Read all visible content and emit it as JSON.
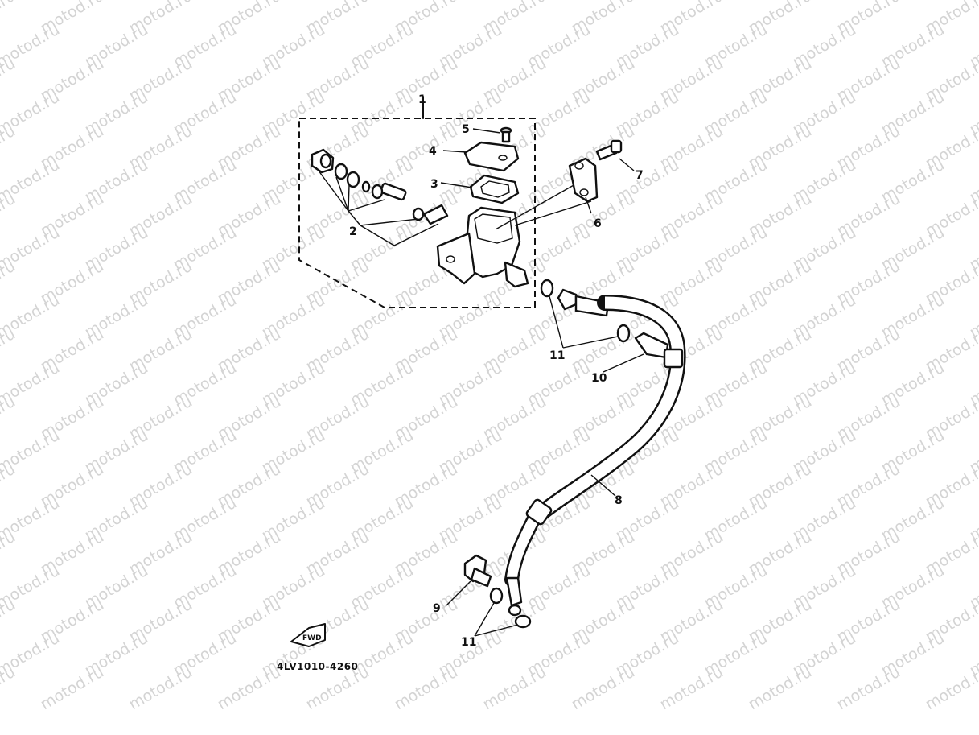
{
  "watermark": {
    "text": "motod.ru"
  },
  "diagram": {
    "callouts": {
      "c1": "1",
      "c2": "2",
      "c3": "3",
      "c4": "4",
      "c5": "5",
      "c6": "6",
      "c7": "7",
      "c8": "8",
      "c9": "9",
      "c10": "10",
      "c11a": "11",
      "c11b": "11"
    },
    "forward_badge": "FWD",
    "drawing_code": "4LV1010-4260"
  }
}
